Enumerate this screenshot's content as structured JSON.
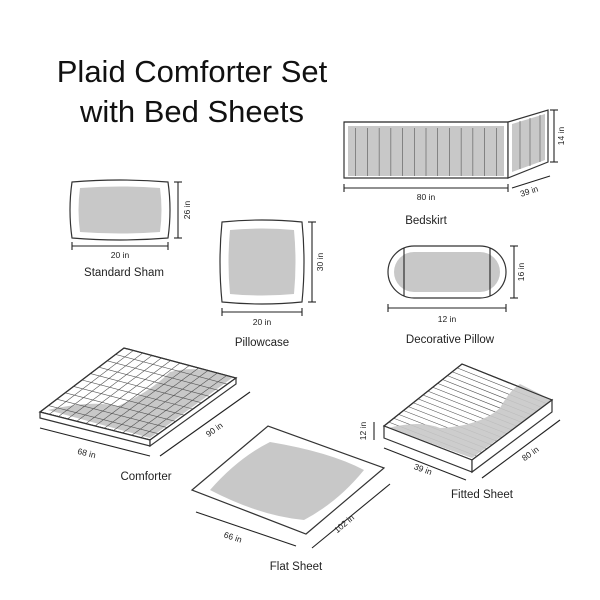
{
  "title": {
    "line1": "Plaid Comforter Set",
    "line2": "with Bed Sheets"
  },
  "items": {
    "standard_sham": {
      "label": "Standard Sham",
      "width": "20 in",
      "height": "26 in"
    },
    "pillowcase": {
      "label": "Pillowcase",
      "width": "20 in",
      "height": "30 in"
    },
    "bedskirt": {
      "label": "Bedskirt",
      "length": "80 in",
      "width": "39 in",
      "drop": "14 in"
    },
    "decorative_pillow": {
      "label": "Decorative Pillow",
      "length": "12 in",
      "diameter": "16 in"
    },
    "comforter": {
      "label": "Comforter",
      "width": "68 in",
      "length": "90 in"
    },
    "fitted_sheet": {
      "label": "Fitted Sheet",
      "width": "39 in",
      "length": "80 in",
      "depth": "12 in"
    },
    "flat_sheet": {
      "label": "Flat Sheet",
      "width": "66 in",
      "length": "102 in"
    }
  },
  "colors": {
    "line": "#222222",
    "shade": "#c8c8c8",
    "background": "#ffffff"
  }
}
